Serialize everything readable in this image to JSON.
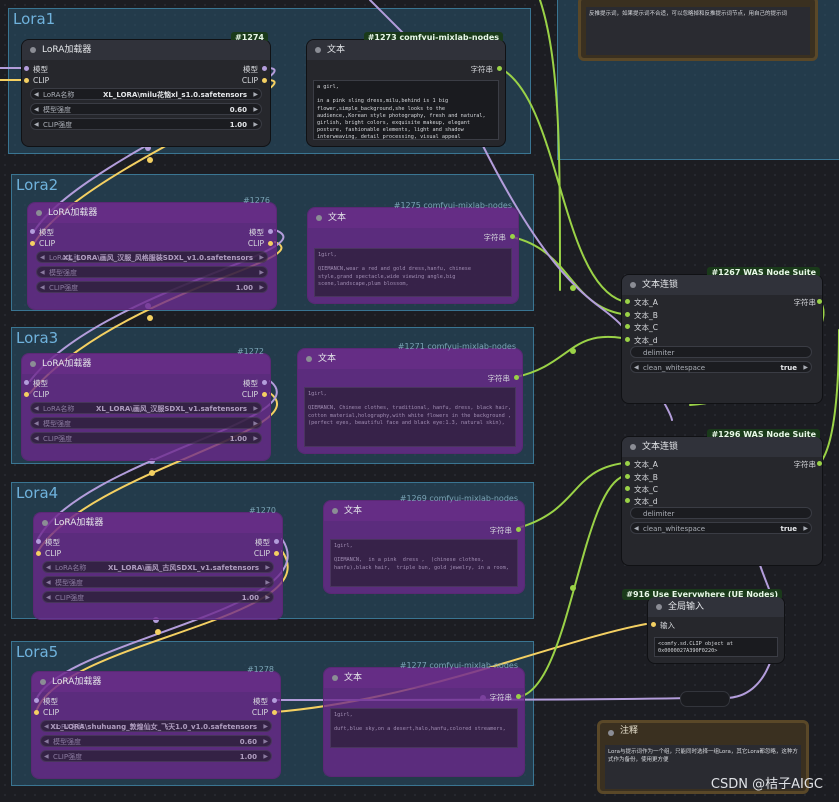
{
  "groups": [
    {
      "title": "Lora1"
    },
    {
      "title": "Lora2"
    },
    {
      "title": "Lora3"
    },
    {
      "title": "Lora4"
    },
    {
      "title": "Lora5"
    }
  ],
  "lora_nodes": [
    {
      "id": "#1274",
      "title": "LoRA加载器",
      "in_model": "模型",
      "in_clip": "CLIP",
      "out_model": "模型",
      "out_clip": "CLIP",
      "name_label": "LoRA名称",
      "name_value": "XL_LORA\\milu花恼xl_s1.0.safetensors",
      "model_label": "模型强度",
      "model_value": "0.60",
      "clip_label": "CLIP强度",
      "clip_value": "1.00"
    },
    {
      "id": "#1276",
      "title": "LoRA加载器",
      "in_model": "模型",
      "in_clip": "CLIP",
      "out_model": "模型",
      "out_clip": "CLIP",
      "name_label": "LoRA名称",
      "name_value": "XL_LORA\\画风_汉服_风格服装SDXL_v1.0.safetensors",
      "model_label": "模型强度",
      "model_value": "",
      "clip_label": "CLIP强度",
      "clip_value": "1.00"
    },
    {
      "id": "#1272",
      "title": "LoRA加载器",
      "in_model": "模型",
      "in_clip": "CLIP",
      "out_model": "模型",
      "out_clip": "CLIP",
      "name_label": "LoRA名称",
      "name_value": "XL_LORA\\画风_汉服SDXL_v1.safetensors",
      "model_label": "模型强度",
      "model_value": "",
      "clip_label": "CLIP强度",
      "clip_value": "1.00"
    },
    {
      "id": "#1270",
      "title": "LoRA加载器",
      "in_model": "模型",
      "in_clip": "CLIP",
      "out_model": "模型",
      "out_clip": "CLIP",
      "name_label": "LoRA名称",
      "name_value": "XL_LORA\\画风_古风SDXL_v1.safetensors",
      "model_label": "模型强度",
      "model_value": "",
      "clip_label": "CLIP强度",
      "clip_value": "1.00"
    },
    {
      "id": "#1278",
      "title": "LoRA加载器",
      "in_model": "模型",
      "in_clip": "CLIP",
      "out_model": "模型",
      "out_clip": "CLIP",
      "name_label": "LoRA名称",
      "name_value": "XL_LORA\\shuhuang_敦煌仙女_飞天1.0_v1.0.safetensors",
      "model_label": "模型强度",
      "model_value": "0.60",
      "clip_label": "CLIP强度",
      "clip_value": "1.00"
    }
  ],
  "text_nodes": [
    {
      "id": "#1273 comfyui-mixlab-nodes",
      "title": "文本",
      "output": "字符串",
      "text": "a girl,\n\nin a pink sling dress,milu,behind is 1 big flower,simple_background,she looks to the audience,,Korean style photography, fresh and natural, girlish, bright colors, exquisite makeup, elegant posture, fashionable elements, light and shadow interweaving, detail processing, visual appeal"
    },
    {
      "id": "#1275 comfyui-mixlab-nodes",
      "title": "文本",
      "output": "字符串",
      "text": "1girl,\n\nQIEMANCN,wear a red and gold dress,hanfu, chinese style,grand spectacle,wide viewing angle,big scene,landscape,plum blossom,"
    },
    {
      "id": "#1271 comfyui-mixlab-nodes",
      "title": "文本",
      "output": "字符串",
      "text": "1girl,\n\nQIEMANCN, Chinese clothes, traditional, hanfu, dress, black hair, cotton material,holography,with white flowers in the background , (perfect eyes, beautiful face and black eye:1.3, natural skin),"
    },
    {
      "id": "#1269 comfyui-mixlab-nodes",
      "title": "文本",
      "output": "字符串",
      "text": "1girl,\n\nQIEMANCN,  in a pink  dress ,  (chinese clothes, hanfu),black hair,  triple bun, gold jewelry, in a room,"
    },
    {
      "id": "#1277 comfyui-mixlab-nodes",
      "title": "文本",
      "output": "字符串",
      "text": "1girl,\n\nduft,blue sky,on a desert,halo,hanfu,colored streamers,"
    }
  ],
  "concat_nodes": [
    {
      "id": "#1267 WAS Node Suite",
      "title": "文本连锁",
      "inputs": [
        "文本_A",
        "文本_B",
        "文本_C",
        "文本_d"
      ],
      "output": "字符串",
      "delimiter": "delimiter",
      "ws_label": "clean_whitespace",
      "ws_value": "true"
    },
    {
      "id": "#1296 WAS Node Suite",
      "title": "文本连锁",
      "inputs": [
        "文本_A",
        "文本_B",
        "文本_C",
        "文本_d"
      ],
      "output": "字符串",
      "delimiter": "delimiter",
      "ws_label": "clean_whitespace",
      "ws_value": "true"
    }
  ],
  "ue_node": {
    "id": "#916 Use Everywhere (UE Nodes)",
    "title": "全局输入",
    "input": "输入",
    "text": "<comfy.sd.CLIP object at 0x0000027A390F0220>"
  },
  "top_note": {
    "text": "反推提示词，如果提示词不合适，可以忽略掉和反推提示词节点，用自己的提示词"
  },
  "note": {
    "title": "注释",
    "text": "Lora与提示词作为一个组，只能同时选择一组Lora，其它Lora都忽略，这种方式作为备份，使用更方便"
  },
  "watermark": "CSDN @桔子AIGC",
  "colors": {
    "group": "#29536e",
    "string_wire": "#9ad247",
    "clip_wire": "#f4d062",
    "model_wire": "#b39ddb",
    "muted_node": "#6c288c"
  }
}
